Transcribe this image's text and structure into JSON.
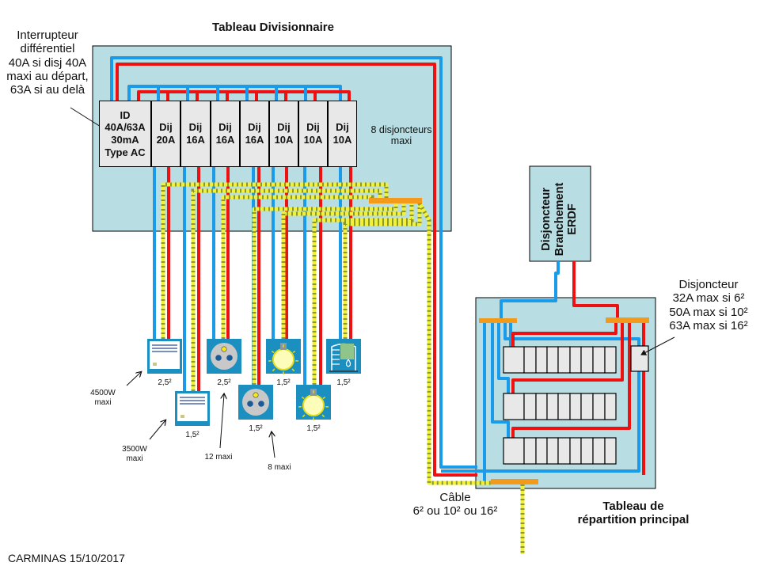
{
  "colors": {
    "panel_fill": "#b8dde3",
    "neutral_wire": "#1a9bea",
    "phase_wire": "#ee1111",
    "earth_wire": "#f2f03a",
    "earth_stripe": "#8a9a2a",
    "earth_bar": "#f39a1a",
    "breaker_fill": "#e8e8e8",
    "device_fill": "#1b8fc0"
  },
  "title_divisionnaire": "Tableau Divisionnaire",
  "title_principal": "Tableau de\nrépartition principal",
  "annotations": {
    "id_note": "Interrupteur\ndifférentiel\n40A si disj 40A\nmaxi au départ,\n63A si au delà",
    "max_breakers": "8 disjoncteurs\nmaxi",
    "erdf_breaker": "Disjoncteur\nBranchement\nERDF",
    "main_breaker_note": "Disjoncteur\n32A max si 6²\n50A max si 10²\n63A max si 16²",
    "cable_note": "Câble\n6² ou 10² ou 16²",
    "heater_4500": "4500W\nmaxi",
    "heater_3500": "3500W\nmaxi",
    "sockets_16a_max": "12 maxi",
    "sockets_max": "8 maxi",
    "footer": "CARMINAS 15/10/2017"
  },
  "breakers": [
    {
      "label": "ID\n40A/63A\n30mA\nType AC",
      "kind": "differential"
    },
    {
      "label": "Dij\n20A"
    },
    {
      "label": "Dij\n16A"
    },
    {
      "label": "Dij\n16A"
    },
    {
      "label": "Dij\n16A"
    },
    {
      "label": "Dij\n10A"
    },
    {
      "label": "Dij\n10A"
    },
    {
      "label": "Dij\n10A"
    }
  ],
  "devices": [
    {
      "type": "heater",
      "section": "2,5²"
    },
    {
      "type": "heater",
      "section": "1,5²"
    },
    {
      "type": "socket",
      "section": "2,5²"
    },
    {
      "type": "socket",
      "section": "1,5²"
    },
    {
      "type": "light",
      "section": "1,5²"
    },
    {
      "type": "light",
      "section": "1,5²"
    },
    {
      "type": "water-heater",
      "section": "1,5²"
    }
  ],
  "main_panel_rows": [
    {
      "modules": 9
    },
    {
      "modules": 9
    },
    {
      "modules": 9
    }
  ]
}
